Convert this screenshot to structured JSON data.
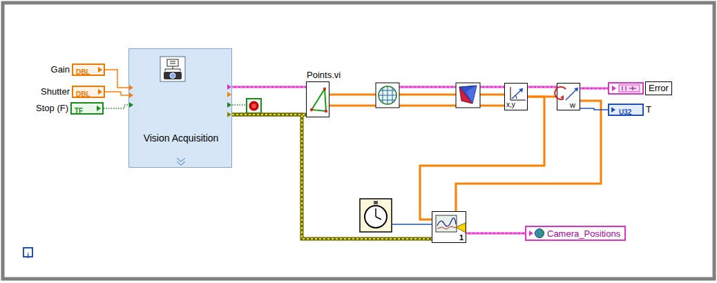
{
  "diagram": {
    "nodes": [
      {
        "text": [
          "Gain",
          "DBL"
        ]
      },
      {
        "text": [
          "Shutter",
          "DBL"
        ]
      },
      {
        "text": [
          "Stop (F)",
          "TF"
        ]
      },
      {
        "text": [
          "Vision Acquisition"
        ]
      },
      {
        "text": [
          "Points.vi"
        ]
      },
      {
        "text": [
          "x,y"
        ]
      },
      {
        "text": [
          "w"
        ]
      },
      {
        "text": [
          "Error"
        ]
      },
      {
        "text": [
          "U32",
          "T"
        ]
      },
      {
        "text": [
          "1"
        ]
      },
      {
        "text": [
          "Camera_Positions"
        ]
      },
      {
        "text": [
          "i"
        ]
      }
    ],
    "edges": [
      {
        "from": 0,
        "to": 3,
        "arrow": "none"
      },
      {
        "from": 1,
        "to": 3,
        "arrow": "none"
      },
      {
        "from": 2,
        "to": 3,
        "arrow": "none"
      },
      {
        "from": 3,
        "to": 4,
        "arrow": "none"
      },
      {
        "from": 3,
        "to": 4,
        "arrow": "none"
      },
      {
        "from": 3,
        "to": 9,
        "arrow": "none"
      },
      {
        "from": 5,
        "to": 6,
        "arrow": "none"
      },
      {
        "from": 5,
        "to": 6,
        "arrow": "none"
      },
      {
        "from": 5,
        "to": 9,
        "arrow": "none"
      },
      {
        "from": 6,
        "to": 9,
        "arrow": "none"
      },
      {
        "from": 6,
        "to": 7,
        "arrow": "none"
      },
      {
        "from": 6,
        "to": 8,
        "arrow": "none"
      },
      {
        "from": 9,
        "to": 10,
        "arrow": "none"
      }
    ]
  }
}
